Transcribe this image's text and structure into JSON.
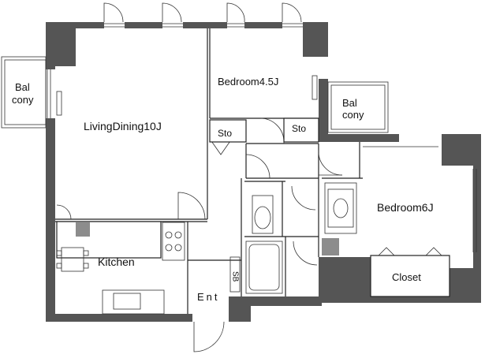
{
  "floor_plan": {
    "labels": {
      "balcony_left_line1": "Bal",
      "balcony_left_line2": "cony",
      "balcony_right_line1": "Bal",
      "balcony_right_line2": "cony",
      "living_dining": "LivingDining10J",
      "bedroom_small": "Bedroom4.5J",
      "storage_left": "Sto",
      "storage_right": "Sto",
      "bedroom_large": "Bedroom6J",
      "kitchen": "Kitchen",
      "closet": "Closet",
      "entrance": "Ent",
      "shoe_box": "SB"
    },
    "colors": {
      "wall": "#555555",
      "fixture_gray": "#8c8c8c",
      "background": "#ffffff"
    }
  }
}
